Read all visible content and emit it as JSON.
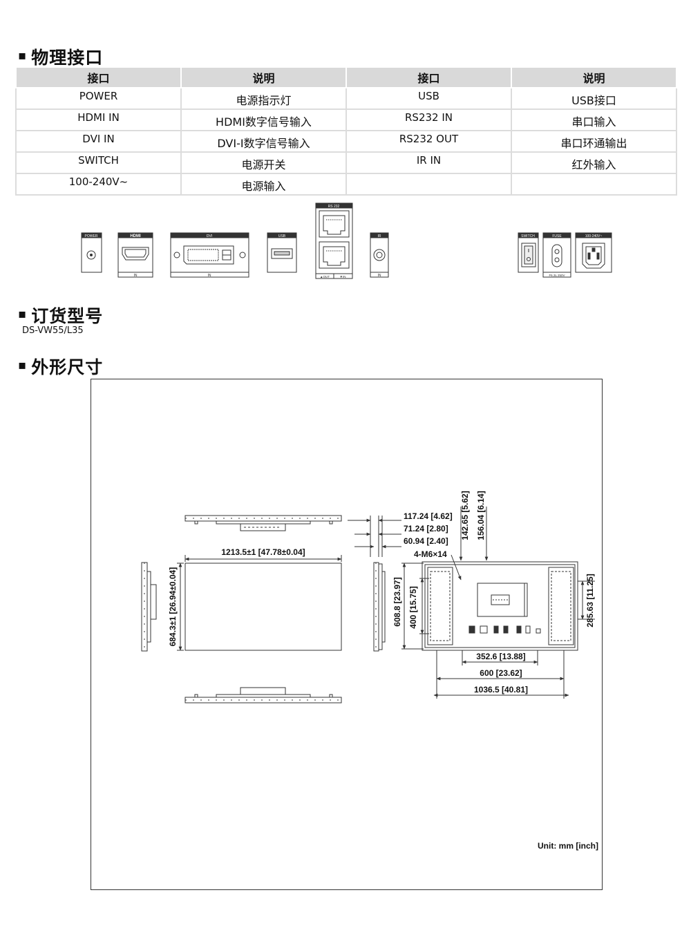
{
  "sections": {
    "physical_interfaces": "物理接口",
    "order_model": "订货型号",
    "dimensions": "外形尺寸"
  },
  "table": {
    "headers": [
      "接口",
      "说明",
      "接口",
      "说明"
    ],
    "rows": [
      [
        "POWER",
        "电源指示灯",
        "USB",
        "USB接口"
      ],
      [
        "HDMI IN",
        "HDMI数字信号输入",
        "RS232 IN",
        "串口输入"
      ],
      [
        "DVI IN",
        "DVI-I数字信号输入",
        "RS232 OUT",
        "串口环通输出"
      ],
      [
        "SWITCH",
        "电源开关",
        "IR IN",
        "红外输入"
      ],
      [
        "100-240V~",
        "电源输入",
        "",
        ""
      ]
    ]
  },
  "panel": {
    "power_label": "POWER",
    "hdmi_label": "HDMI",
    "hdmi_sub": "IN",
    "dvi_label": "DVI",
    "dvi_sub": "IN",
    "usb_label": "USB",
    "rs232_label": "RS 232",
    "rs232_out": "▲OUT",
    "rs232_in": "▼IN",
    "ir_label": "IR",
    "ir_sub": "IN",
    "switch_label": "SWITCH",
    "fuse_label": "FUSE",
    "fuse_sub": "F6.3L 250V",
    "ac_label": "100-240V~"
  },
  "model": "DS-VW55/L35",
  "dims": {
    "width": "1213.5±1 [47.78±0.04]",
    "height": "684.3±1 [26.94±0.04]",
    "d1": "117.24 [4.62]",
    "d2": "71.24 [2.80]",
    "d3": "60.94 [2.40]",
    "screws": "4-M6×14",
    "d4": "142.65 [5.62]",
    "d5": "156.04 [6.14]",
    "v1": "608.8 [23.97]",
    "v2": "400 [15.75]",
    "v3": "285.63 [11.25]",
    "h1": "352.6 [13.88]",
    "h2": "600 [23.62]",
    "h3": "1036.5 [40.81]",
    "unit": "Unit: mm [inch]"
  }
}
